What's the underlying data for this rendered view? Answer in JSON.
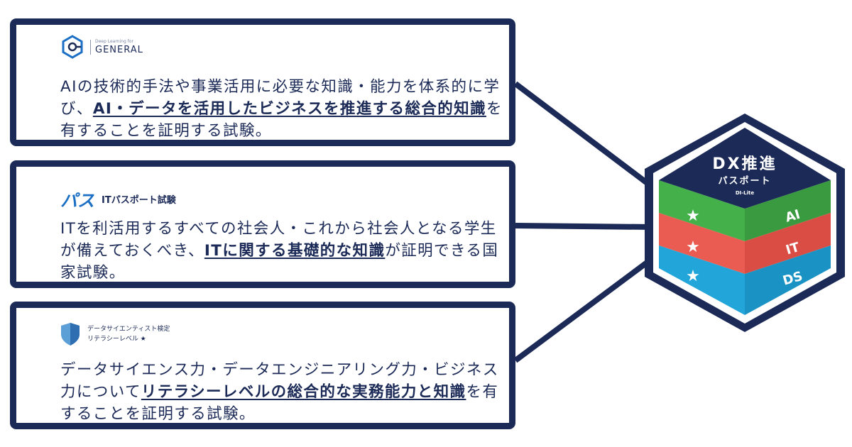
{
  "cards": [
    {
      "logo": {
        "icon": "ai-gear-logo",
        "small": "Deep Learning for",
        "big": "GENERAL"
      },
      "pre": "AIの技術的手法や事業活用に必要な知識・能力を体系的に学び、",
      "em": "AI・データを活用したビジネスを推進する総合的知識",
      "post": "を有することを証明する試験。"
    },
    {
      "logo": {
        "icon": "pas-logo",
        "mark": "パス",
        "label": "ITパスポート試験"
      },
      "pre": "ITを利活用するすべての社会人・これから社会人となる学生が備えておくべき、",
      "em": "ITに関する基礎的な知識",
      "post": "が証明できる国家試験。"
    },
    {
      "logo": {
        "icon": "shield-logo",
        "line1": "データサイエンティスト検定",
        "line2": "リテラシーレベル ★"
      },
      "pre": "データサイエンス力・データエンジニアリング力・ビジネス力について",
      "em": "リテラシーレベルの総合的な実務能力と知識",
      "post": "を有することを証明する試験。"
    }
  ],
  "badge": {
    "title": "DX推進",
    "subtitle": "パスポート",
    "small": "DI-Lite",
    "layers": [
      {
        "label": "AI",
        "color": "#43b04a"
      },
      {
        "label": "IT",
        "color": "#ea5b51"
      },
      {
        "label": "DS",
        "color": "#22a6d9"
      }
    ],
    "top_color": "#1b2a57",
    "frame_color": "#1b2a57"
  }
}
